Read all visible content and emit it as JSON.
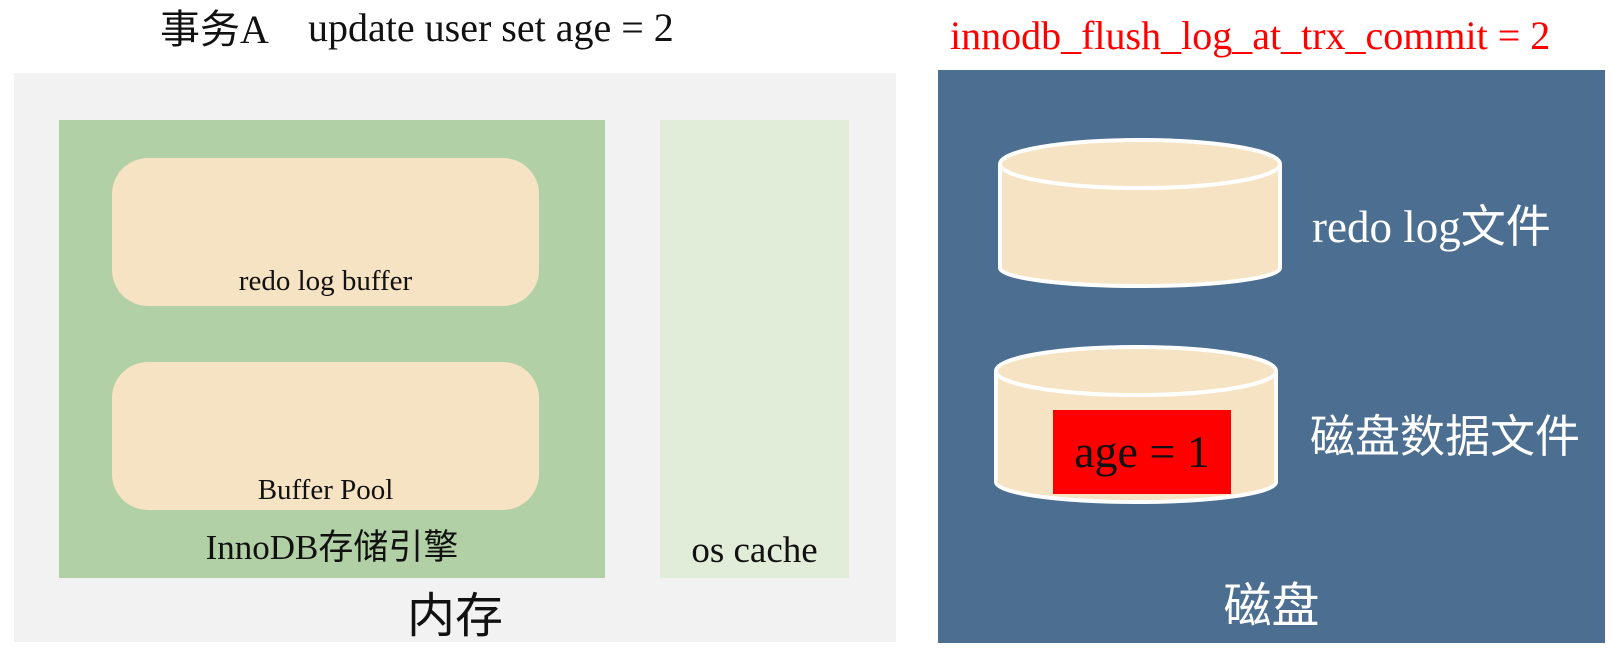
{
  "header": {
    "transaction_label": "事务A",
    "sql_statement": "update user set age = 2",
    "config_setting": "innodb_flush_log_at_trx_commit = 2"
  },
  "memory": {
    "label": "内存",
    "innodb": {
      "label": "InnoDB存储引擎",
      "redo_log_buffer_label": "redo log buffer",
      "buffer_pool_label": "Buffer Pool"
    },
    "os_cache_label": "os cache"
  },
  "disk": {
    "label": "磁盘",
    "redo_log_file_label": "redo log文件",
    "data_file_label": "磁盘数据文件",
    "data_value": "age = 1"
  },
  "colors": {
    "memory_panel": "#f2f2f2",
    "innodb_box": "#b2d0a5",
    "os_cache_box": "#e2edd9",
    "buffer_fill": "#f6e3c3",
    "disk_panel": "#4b6e91",
    "highlight": "#ff0000",
    "config_text": "#ff0000"
  }
}
